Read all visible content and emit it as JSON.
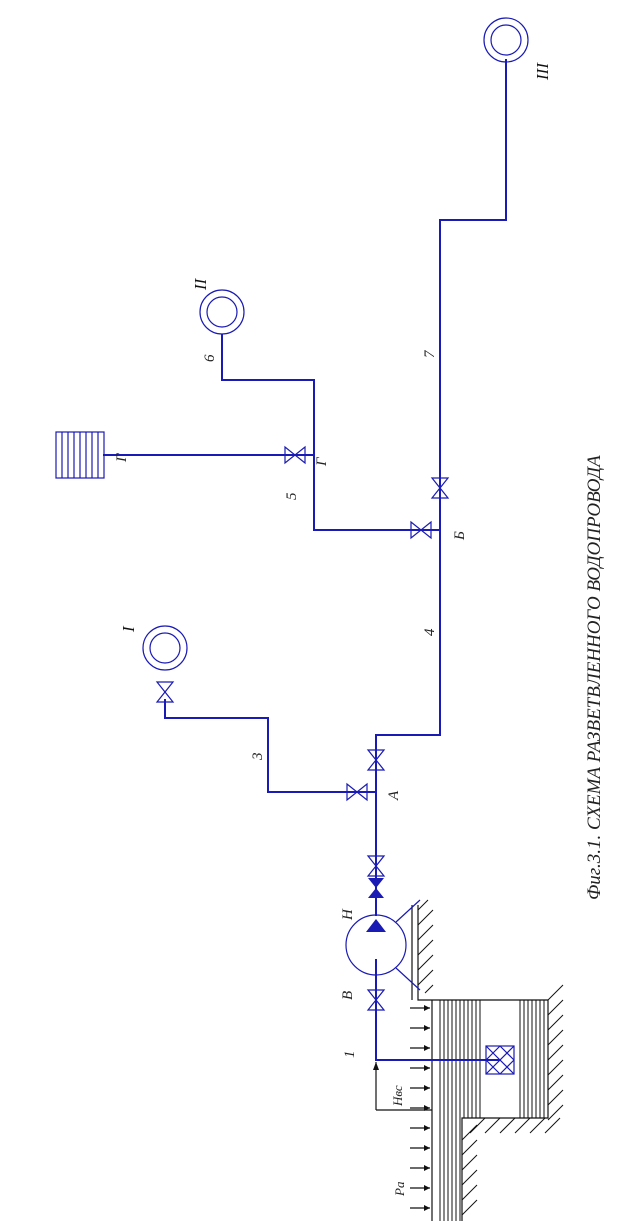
{
  "caption": "Фиг.3.1. СХЕМА РАЗВЕТВЛЕННОГО ВОДОПРОВОДА",
  "consumers": {
    "c1": "I",
    "c2": "II",
    "c3": "III"
  },
  "nodes": {
    "a": "А",
    "b": "Б",
    "g": "Г",
    "v": "В",
    "n": "Н"
  },
  "tank_label": "Г",
  "sections": {
    "s1": "1",
    "s3": "3",
    "s4": "4",
    "s5": "5",
    "s6": "6",
    "s7": "7"
  },
  "levels": {
    "hvs": "Hвс",
    "p0": "Pa"
  }
}
